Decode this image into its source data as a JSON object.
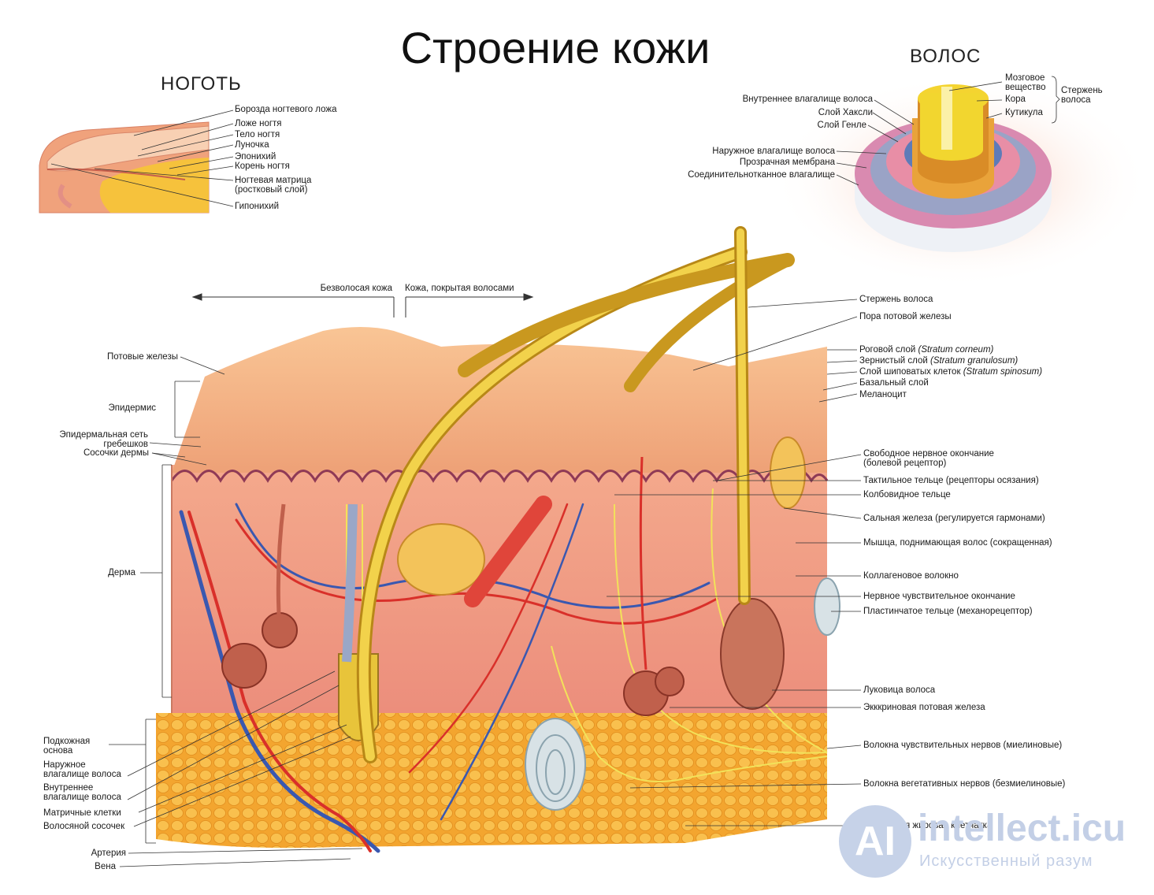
{
  "title": "Строение кожи",
  "nail": {
    "title": "НОГОТЬ",
    "labels": [
      {
        "text": "Борозда ногтевого ложа"
      },
      {
        "text": "Ложе ногтя"
      },
      {
        "text": "Тело ногтя"
      },
      {
        "text": "Луночка"
      },
      {
        "text": "Эпонихий"
      },
      {
        "text": "Корень ногтя"
      },
      {
        "text": "Ногтевая матрица\n(ростковый слой)"
      },
      {
        "text": "Гипонихий"
      }
    ]
  },
  "hair": {
    "title": "ВОЛОС",
    "left_labels": [
      {
        "text": "Внутреннее влагалище волоса"
      },
      {
        "text": "Слой Хаксли"
      },
      {
        "text": "Слой Генле"
      },
      {
        "text": "Наружное влагалище волоса"
      },
      {
        "text": "Прозрачная мембрана"
      },
      {
        "text": "Соединительнотканное влагалище"
      }
    ],
    "right_labels": [
      {
        "text": "Мозговое\nвещество"
      },
      {
        "text": "Кора"
      },
      {
        "text": "Кутикула"
      }
    ],
    "shaft_group": "Стержень\nволоса"
  },
  "top_labels": {
    "hairless": "Безволосая кожа",
    "hairy": "Кожа, покрытая волосами"
  },
  "left_labels": [
    {
      "text": "Потовые железы"
    },
    {
      "text": "Эпидермис"
    },
    {
      "text": "Эпидермальная сеть\nгребешков"
    },
    {
      "text": "Сосочки дермы"
    },
    {
      "text": "Дерма"
    },
    {
      "text": "Подкожная\nоснова"
    },
    {
      "text": "Наружное\nвлагалище волоса"
    },
    {
      "text": "Внутреннее\nвлагалище волоса"
    },
    {
      "text": "Матричные клетки"
    },
    {
      "text": "Волосяной сосочек"
    },
    {
      "text": "Артерия"
    },
    {
      "text": "Вена"
    }
  ],
  "right_labels": [
    {
      "text": "Стержень волоса"
    },
    {
      "text": "Пора потовой железы"
    },
    {
      "text": "Роговой слой ",
      "latin": "(Stratum corneum)"
    },
    {
      "text": "Зернистый слой ",
      "latin": "(Stratum granulosum)"
    },
    {
      "text": "Слой шиповатых клеток ",
      "latin": "(Stratum spinosum)"
    },
    {
      "text": "Базальный слой"
    },
    {
      "text": "Меланоцит"
    },
    {
      "text": "Свободное нервное окончание\n(болевой рецептор)"
    },
    {
      "text": "Тактильное тельце (рецепторы осязания)"
    },
    {
      "text": "Колбовидное тельце"
    },
    {
      "text": "Сальная железа (регулируется гармонами)"
    },
    {
      "text": "Мышца, поднимающая волос (сокращенная)"
    },
    {
      "text": "Коллагеновое волокно"
    },
    {
      "text": "Нервное чувствительное окончание"
    },
    {
      "text": "Пластинчатое тельце (механорецептор)"
    },
    {
      "text": "Луковица волоса"
    },
    {
      "text": "Экккриновая потовая железа"
    },
    {
      "text": "Волокна чувствительных нервов (миелиновые)"
    },
    {
      "text": "Волокна вегетативных нервов (безмиелиновые)"
    },
    {
      "text": "Подкожная жировая клетчатка"
    }
  ],
  "watermark": {
    "logo": "AI",
    "name": "intellect.icu",
    "sub": "Искусственный разум"
  },
  "colors": {
    "epidermis": "#f2b07c",
    "dermis": "#ef9b87",
    "fat": "#f7b43c",
    "hair": "#e8c43a",
    "artery": "#d9302a",
    "vein": "#3a58b0",
    "nerve": "#f2e25a"
  }
}
